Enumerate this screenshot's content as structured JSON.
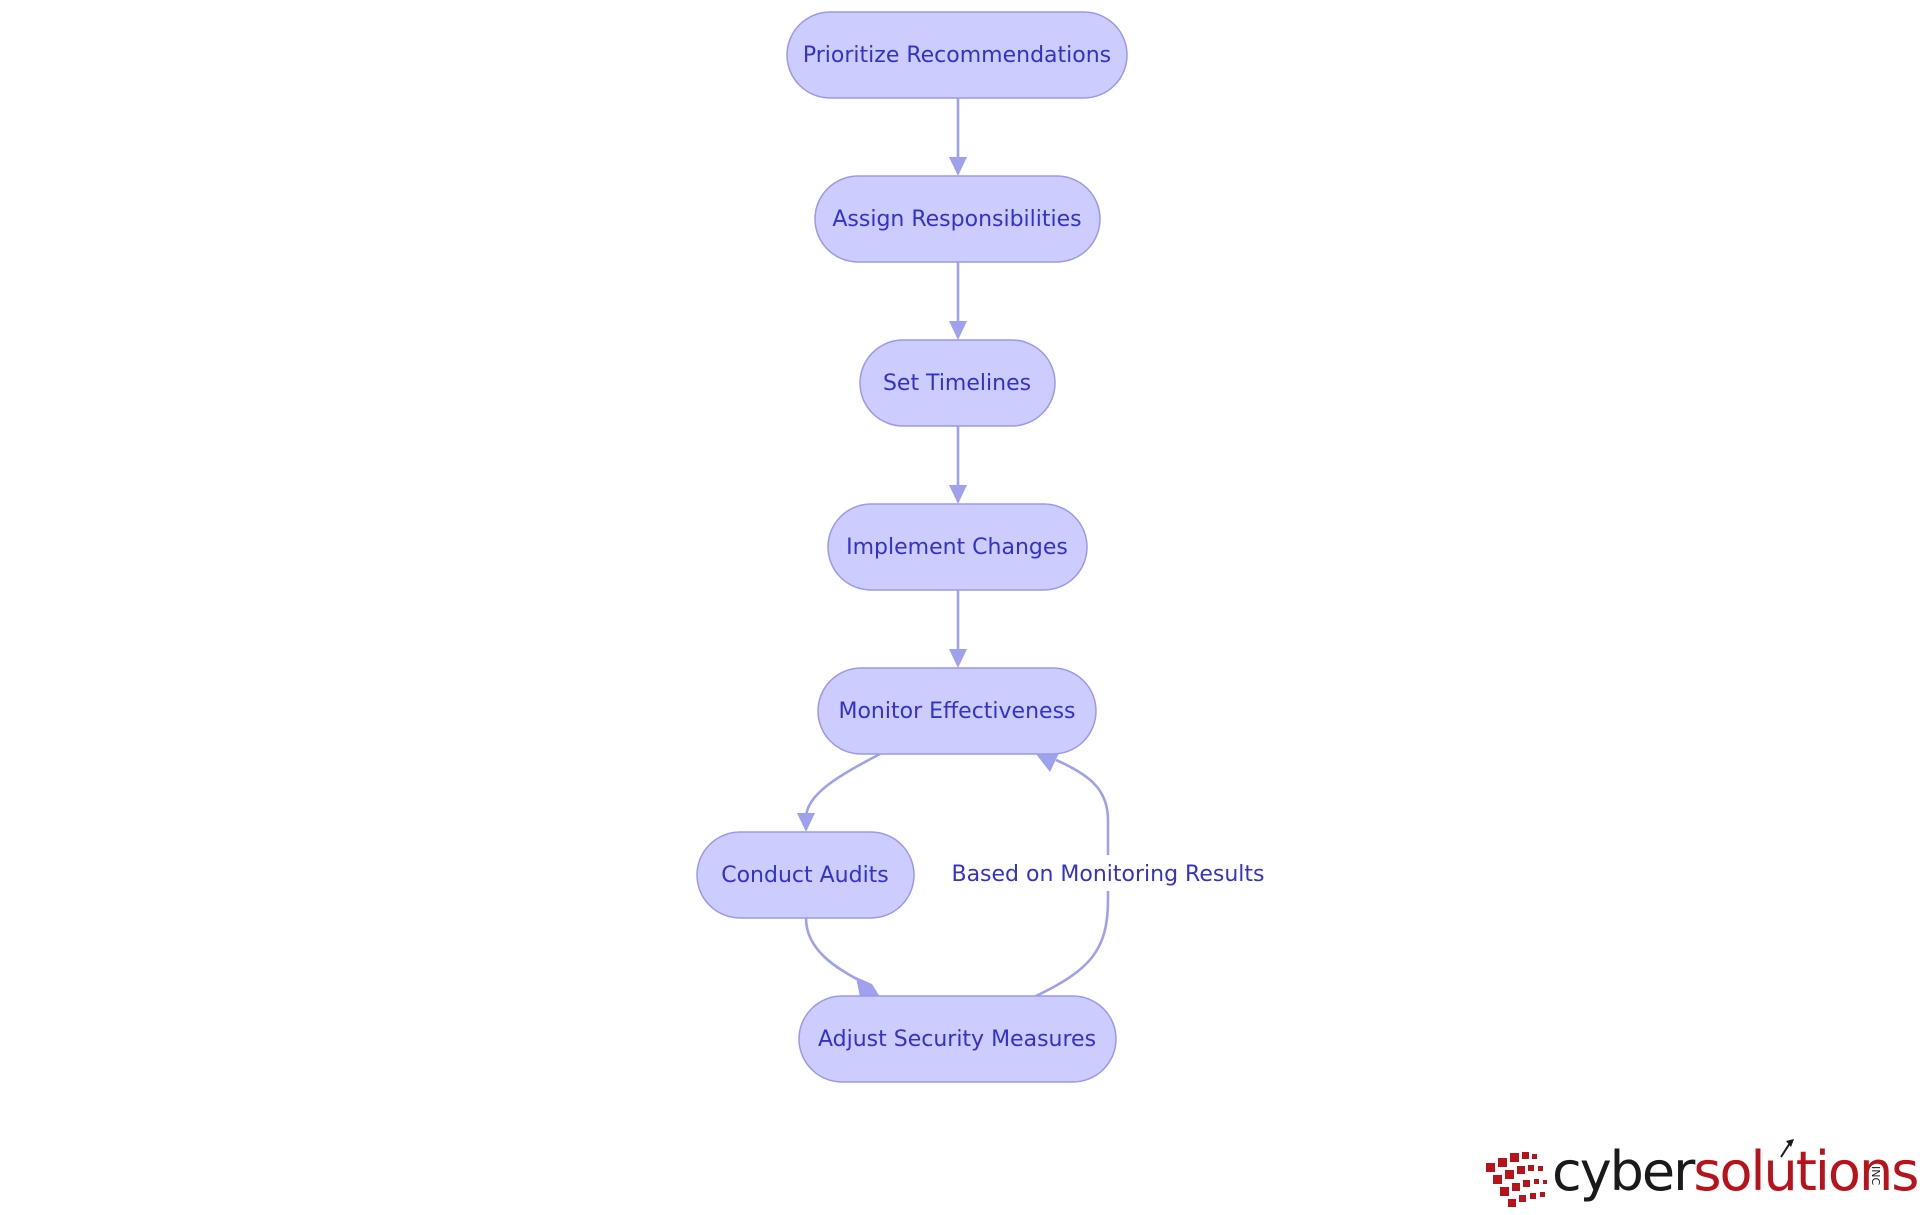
{
  "diagram": {
    "nodes": [
      {
        "id": "prioritize",
        "label": "Prioritize Recommendations"
      },
      {
        "id": "assign",
        "label": "Assign Responsibilities"
      },
      {
        "id": "timelines",
        "label": "Set Timelines"
      },
      {
        "id": "implement",
        "label": "Implement Changes"
      },
      {
        "id": "monitor",
        "label": "Monitor Effectiveness"
      },
      {
        "id": "audits",
        "label": "Conduct Audits"
      },
      {
        "id": "adjust",
        "label": "Adjust Security Measures"
      }
    ],
    "edges": [
      {
        "from": "prioritize",
        "to": "assign",
        "label": ""
      },
      {
        "from": "assign",
        "to": "timelines",
        "label": ""
      },
      {
        "from": "timelines",
        "to": "implement",
        "label": ""
      },
      {
        "from": "implement",
        "to": "monitor",
        "label": ""
      },
      {
        "from": "monitor",
        "to": "audits",
        "label": ""
      },
      {
        "from": "audits",
        "to": "adjust",
        "label": ""
      },
      {
        "from": "adjust",
        "to": "monitor",
        "label": "Based on Monitoring Results"
      }
    ],
    "colors": {
      "node_fill": "#ccccff",
      "node_stroke": "#9999ee",
      "node_text": "#3333cc",
      "edge": "#9fa1ee"
    }
  },
  "logo": {
    "word_part1": "cyber",
    "word_part2": "solutions",
    "suffix": "INC",
    "colors": {
      "dark": "#1a1a1a",
      "red": "#b8121a"
    }
  }
}
